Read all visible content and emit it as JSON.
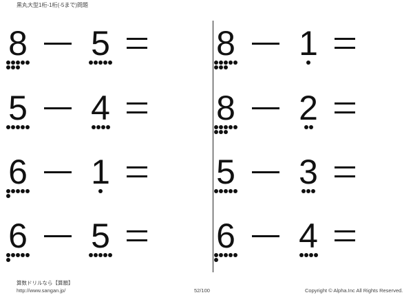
{
  "title": "黒丸大型1桁-1桁(-5まで)問題",
  "problems": [
    {
      "a": "8",
      "op": "−",
      "b": "5",
      "eq": "="
    },
    {
      "a": "5",
      "op": "−",
      "b": "4",
      "eq": "="
    },
    {
      "a": "6",
      "op": "−",
      "b": "1",
      "eq": "="
    },
    {
      "a": "6",
      "op": "−",
      "b": "5",
      "eq": "="
    },
    {
      "a": "8",
      "op": "−",
      "b": "1",
      "eq": "="
    },
    {
      "a": "8",
      "op": "−",
      "b": "2",
      "eq": "="
    },
    {
      "a": "5",
      "op": "−",
      "b": "3",
      "eq": "="
    },
    {
      "a": "6",
      "op": "−",
      "b": "4",
      "eq": "="
    }
  ],
  "footer": {
    "brand": "算数ドリルなら【算願】",
    "url": "http://www.sangan.jp/",
    "page": "52/100",
    "copyright": "Copyright © Alpha.Inc All Rights Reserved."
  }
}
